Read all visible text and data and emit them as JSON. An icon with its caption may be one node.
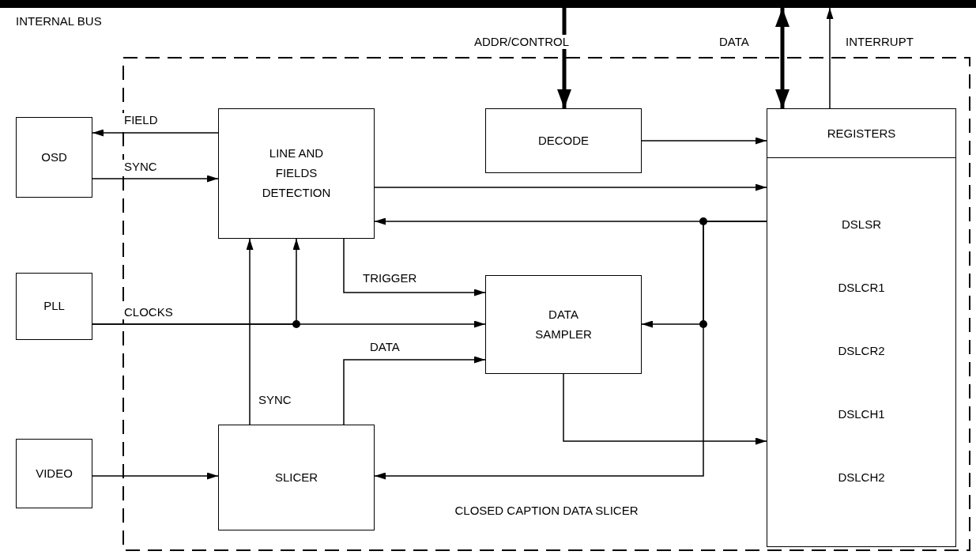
{
  "diagram": {
    "nodes": [
      {
        "text": [
          "INTERNAL BUS"
        ]
      },
      {
        "text": [
          "CLOSED CAPTION DATA SLICER"
        ]
      },
      {
        "text": [
          "OSD"
        ]
      },
      {
        "text": [
          "LINE AND FIELDS DETECTION"
        ],
        "in": 1
      },
      {
        "text": [
          "DECODE"
        ],
        "in": 1
      },
      {
        "text": [
          "REGISTERS",
          "DSLSR",
          "DSLCR1",
          "DSLCR2",
          "DSLCH1",
          "DSLCH2"
        ],
        "in": 1
      },
      {
        "text": [
          "PLL"
        ]
      },
      {
        "text": [
          "DATA SAMPLER"
        ],
        "in": 1
      },
      {
        "text": [
          "VIDEO"
        ]
      },
      {
        "text": [
          "SLICER"
        ],
        "in": 1
      }
    ],
    "edges": [
      {
        "from": 0,
        "to": 4,
        "arrow": "to",
        "label": "ADDR/CONTROL",
        "style": "thick"
      },
      {
        "from": 0,
        "to": 5,
        "arrow": "both",
        "label": "DATA",
        "style": "thick"
      },
      {
        "from": 5,
        "to": 0,
        "arrow": "to",
        "label": "INTERRUPT"
      },
      {
        "from": 3,
        "to": 2,
        "arrow": "to",
        "label": "FIELD"
      },
      {
        "from": 2,
        "to": 3,
        "arrow": "to",
        "label": "SYNC"
      },
      {
        "from": 4,
        "to": 5,
        "arrow": "to"
      },
      {
        "from": 3,
        "to": 5,
        "arrow": "to"
      },
      {
        "from": 5,
        "to": 3,
        "arrow": "to"
      },
      {
        "from": 3,
        "to": 7,
        "arrow": "to",
        "label": "TRIGGER"
      },
      {
        "from": 6,
        "to": 7,
        "arrow": "to",
        "label": "CLOCKS"
      },
      {
        "from": 6,
        "to": 3,
        "arrow": "to"
      },
      {
        "from": 5,
        "to": 7,
        "arrow": "to"
      },
      {
        "from": 9,
        "to": 7,
        "arrow": "to",
        "label": "DATA"
      },
      {
        "from": 9,
        "to": 3,
        "arrow": "to",
        "label": "SYNC"
      },
      {
        "from": 8,
        "to": 9,
        "arrow": "to"
      },
      {
        "from": 7,
        "to": 5,
        "arrow": "to"
      },
      {
        "from": 5,
        "to": 9,
        "arrow": "to"
      }
    ]
  }
}
